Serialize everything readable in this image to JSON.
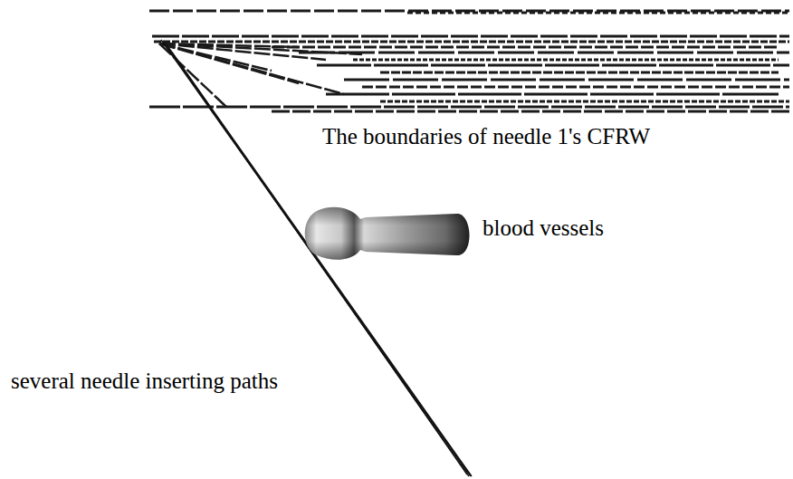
{
  "diagram": {
    "labels": [
      "The boundaries of needle 1's CFRW",
      "blood vessels",
      "several needle inserting paths"
    ]
  }
}
